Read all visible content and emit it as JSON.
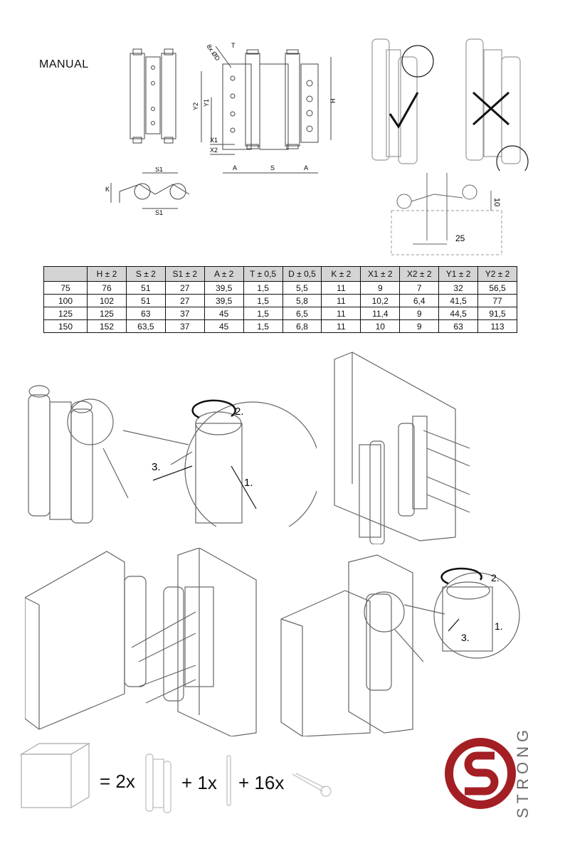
{
  "title": "MANUAL",
  "drawing_labels": {
    "holes": "8x ØD",
    "t": "T",
    "y1": "Y1",
    "y2": "Y2",
    "h": "H",
    "x1": "X1",
    "x2": "X2",
    "a": "A",
    "s": "S",
    "s1": "S1",
    "k": "K",
    "ten": "10",
    "twentyfive": "25"
  },
  "table": {
    "headers": [
      "",
      "H ± 2",
      "S ± 2",
      "S1 ± 2",
      "A ± 2",
      "T ± 0,5",
      "D ± 0,5",
      "K ± 2",
      "X1 ± 2",
      "X2 ± 2",
      "Y1 ± 2",
      "Y2 ± 2"
    ],
    "rows": [
      [
        "75",
        "76",
        "51",
        "27",
        "39,5",
        "1,5",
        "5,5",
        "11",
        "9",
        "7",
        "32",
        "56,5"
      ],
      [
        "100",
        "102",
        "51",
        "27",
        "39,5",
        "1,5",
        "5,8",
        "11",
        "10,2",
        "6,4",
        "41,5",
        "77"
      ],
      [
        "125",
        "125",
        "63",
        "37",
        "45",
        "1,5",
        "6,5",
        "11",
        "11,4",
        "9",
        "44,5",
        "91,5"
      ],
      [
        "150",
        "152",
        "63,5",
        "37",
        "45",
        "1,5",
        "6,8",
        "11",
        "10",
        "9",
        "63",
        "113"
      ]
    ]
  },
  "steps": {
    "one": "1.",
    "two": "2.",
    "three": "3."
  },
  "kit": {
    "equals": "= 2x",
    "plus1": "+ 1x",
    "plus2": "+ 16x"
  },
  "brand": "STRONG",
  "colors": {
    "brand_red": "#a31f24",
    "line": "#444444",
    "light_line": "#9a9a9a"
  }
}
